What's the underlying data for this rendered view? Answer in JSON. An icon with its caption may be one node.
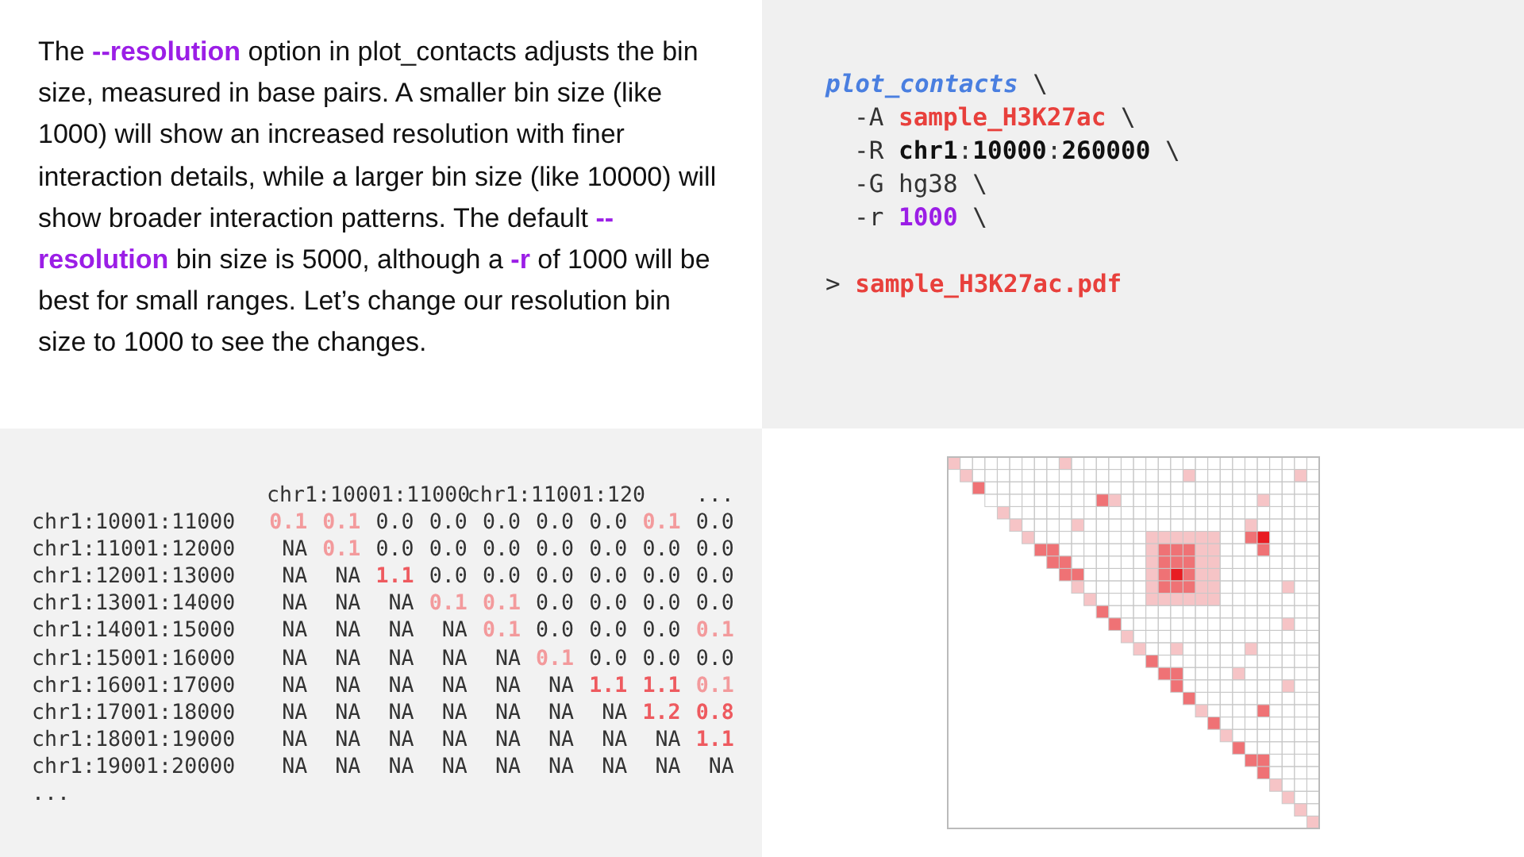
{
  "diagram": {
    "labels": [
      "The **--resolution** option in plot_contacts adjusts the bin size, measured in base pairs. A smaller bin size (like 1000) will show an increased resolution with finer interaction details, while a larger bin size (like 10000) will show broader interaction patterns. The default **--resolution** bin size is 5000, although a **-r** of 1000 will be best for small ranges. Let’s change our resolution bin size to 1000 to see the changes.",
      "**plot_contacts** \\",
      "-A **sample_H3K27ac** \\",
      "-R **chr1**:**10000**:**260000** \\",
      "-G hg38 \\",
      "-r **1000** \\",
      "> **sample_H3K27ac.pdf**",
      "chr1:10001:11000",
      "chr1:11001:120",
      "...",
      "chr1:10001:11000",
      "0.1",
      "0.1",
      "0.0",
      "0.0",
      "0.0",
      "0.0",
      "0.0",
      "0.1",
      "0.0",
      "chr1:11001:12000",
      "NA",
      "0.1",
      "0.0",
      "0.0",
      "0.0",
      "0.0",
      "0.0",
      "0.0",
      "0.0",
      "chr1:12001:13000",
      "NA",
      "NA",
      "1.1",
      "0.0",
      "0.0",
      "0.0",
      "0.0",
      "0.0",
      "0.0",
      "chr1:13001:14000",
      "NA",
      "NA",
      "NA",
      "0.1",
      "0.1",
      "0.0",
      "0.0",
      "0.0",
      "0.0",
      "chr1:14001:15000",
      "NA",
      "NA",
      "NA",
      "NA",
      "0.1",
      "0.0",
      "0.0",
      "0.0",
      "0.1",
      "chr1:15001:16000",
      "NA",
      "NA",
      "NA",
      "NA",
      "NA",
      "0.1",
      "0.0",
      "0.0",
      "0.0",
      "chr1:16001:17000",
      "NA",
      "NA",
      "NA",
      "NA",
      "NA",
      "NA",
      "1.1",
      "1.1",
      "0.1",
      "chr1:17001:18000",
      "NA",
      "NA",
      "NA",
      "NA",
      "NA",
      "NA",
      "NA",
      "1.2",
      "0.8",
      "chr1:18001:19000",
      "NA",
      "NA",
      "NA",
      "NA",
      "NA",
      "NA",
      "NA",
      "NA",
      "1.1",
      "chr1:19001:20000",
      "NA",
      "NA",
      "NA",
      "NA",
      "NA",
      "NA",
      "NA",
      "NA",
      "NA",
      "..."
    ]
  }
}
